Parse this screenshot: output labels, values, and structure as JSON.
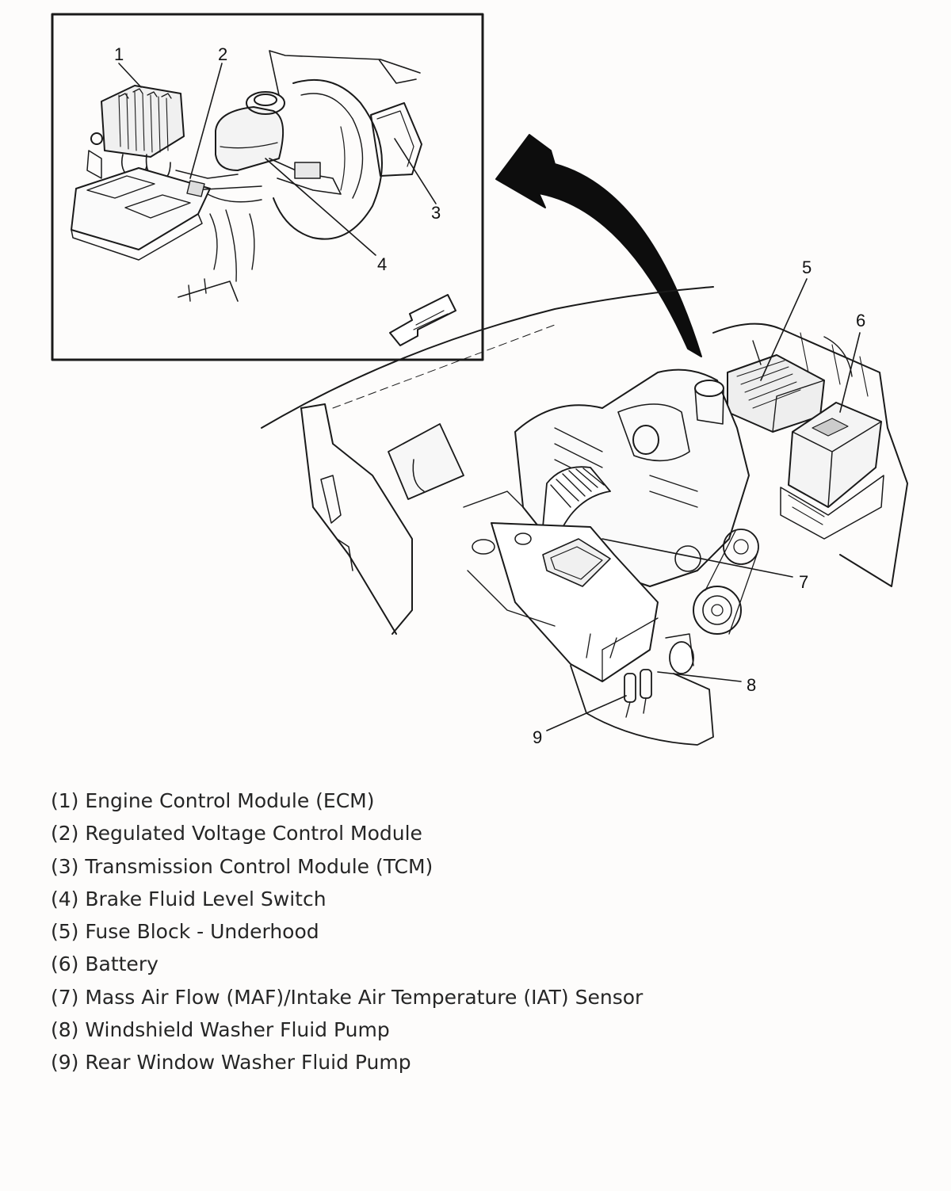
{
  "callouts": [
    "1",
    "2",
    "3",
    "4",
    "5",
    "6",
    "7",
    "8",
    "9"
  ],
  "legend": [
    "(1) Engine Control Module (ECM)",
    "(2) Regulated Voltage Control Module",
    "(3) Transmission Control Module (TCM)",
    "(4) Brake Fluid Level Switch",
    "(5) Fuse Block - Underhood",
    "(6) Battery",
    "(7) Mass Air Flow (MAF)/Intake Air Temperature (IAT) Sensor",
    "(8) Windshield Washer Fluid Pump",
    "(9) Rear Window Washer Fluid Pump"
  ]
}
